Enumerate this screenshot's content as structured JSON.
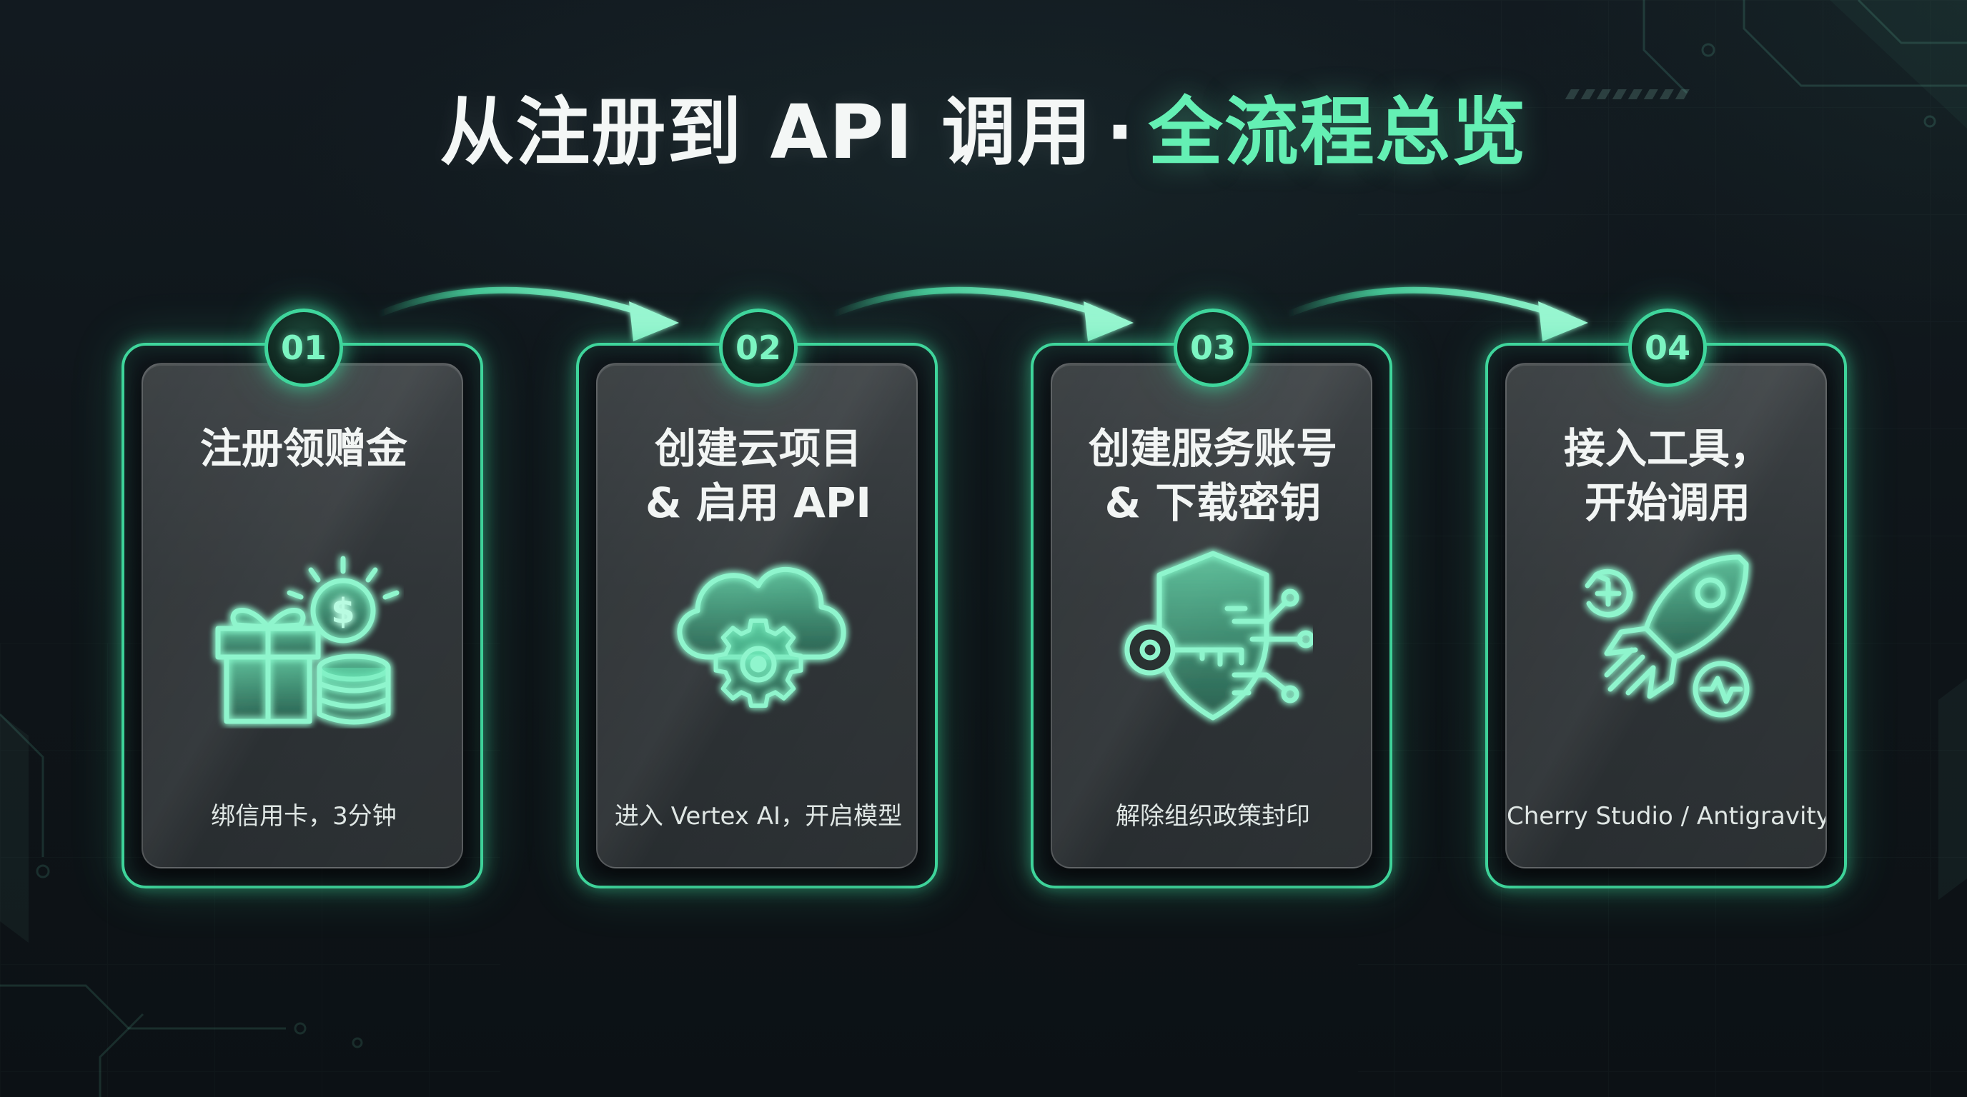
{
  "title": {
    "main": "从注册到 API 调用",
    "separator": "·",
    "highlight": "全流程总览"
  },
  "colors": {
    "accent": "#3fd69c",
    "highlight": "#64f0b4",
    "background": "#0f151a",
    "card": "#2b3033"
  },
  "steps": [
    {
      "number": "01",
      "title_line1": "注册领赠金",
      "title_line2": "",
      "icon": "gift-coins-icon",
      "desc": "绑信用卡，3分钟"
    },
    {
      "number": "02",
      "title_line1": "创建云项目",
      "title_line2": "& 启用 API",
      "icon": "cloud-gear-icon",
      "desc": "进入 Vertex AI，开启模型"
    },
    {
      "number": "03",
      "title_line1": "创建服务账号",
      "title_line2": "& 下载密钥",
      "icon": "shield-key-icon",
      "desc": "解除组织政策封印"
    },
    {
      "number": "04",
      "title_line1": "接入工具，",
      "title_line2": "开始调用",
      "icon": "rocket-icon",
      "desc": "Cherry Studio / Antigravity"
    }
  ]
}
